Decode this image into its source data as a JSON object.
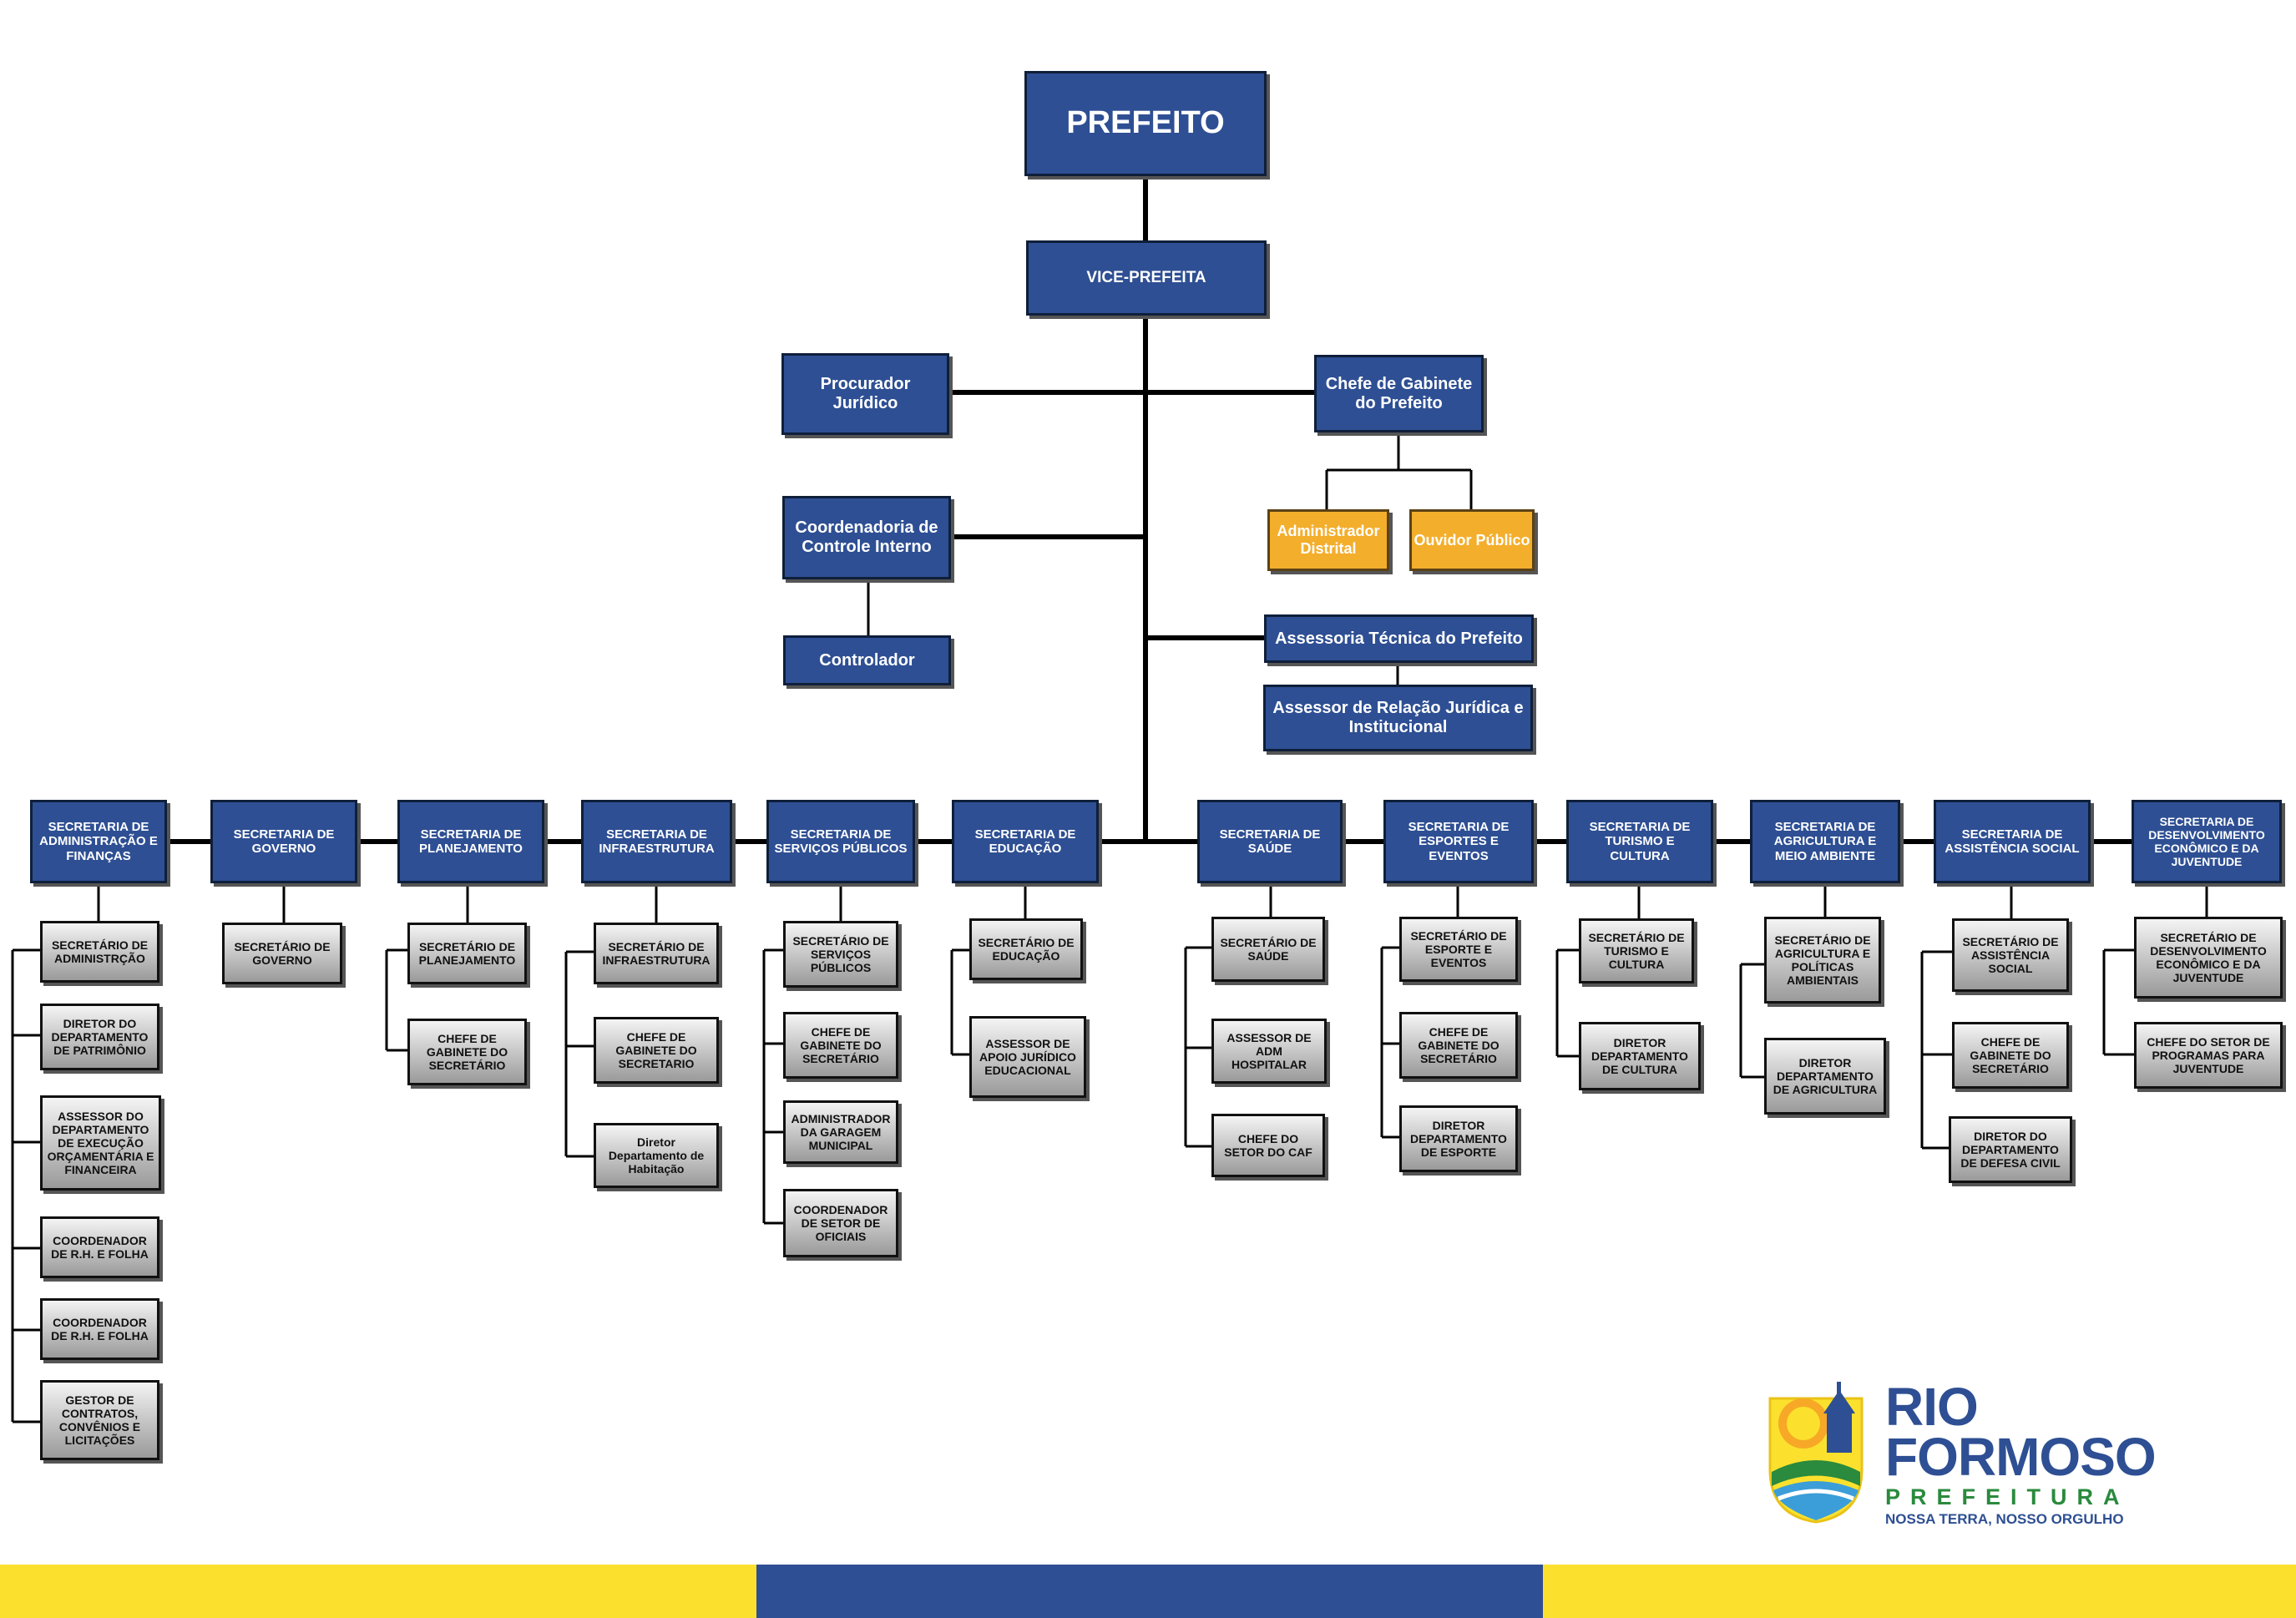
{
  "top": {
    "mayor": "PREFEITO",
    "vice": "VICE-PREFEITA",
    "procurador": "Procurador Jurídico",
    "chefe_gabinete": "Chefe de Gabinete do Prefeito",
    "administrador": "Administrador Distrital",
    "ouvidor": "Ouvidor Público",
    "controle": "Coordenadoria de Controle Interno",
    "controlador": "Controlador",
    "assessoria": "Assessoria Técnica do Prefeito",
    "assessor_relacao": "Assessor de Relação Jurídica e Institucional"
  },
  "secretariats": [
    {
      "title": "SECRETARIA DE ADMINISTRAÇÃO E FINANÇAS",
      "items": [
        "SECRETÁRIO DE ADMINISTRÇÃO",
        "DIRETOR DO DEPARTAMENTO DE PATRIMÔNIO",
        "ASSESSOR DO DEPARTAMENTO DE EXECUÇÃO ORÇAMENTÁRIA E FINANCEIRA",
        "COORDENADOR DE R.H. E FOLHA",
        "COORDENADOR DE R.H. E FOLHA",
        "GESTOR DE CONTRATOS, CONVÊNIOS E LICITAÇÕES"
      ]
    },
    {
      "title": "SECRETARIA DE GOVERNO",
      "items": [
        "SECRETÁRIO DE GOVERNO"
      ]
    },
    {
      "title": "SECRETARIA DE PLANEJAMENTO",
      "items": [
        "SECRETÁRIO DE PLANEJAMENTO",
        "CHEFE DE GABINETE DO SECRETÁRIO"
      ]
    },
    {
      "title": "SECRETARIA DE INFRAESTRUTURA",
      "items": [
        "SECRETÁRIO DE INFRAESTRUTURA",
        "CHEFE DE GABINETE DO SECRETARIO",
        "Diretor Departamento de Habitação"
      ]
    },
    {
      "title": "SECRETARIA DE SERVIÇOS PÚBLICOS",
      "items": [
        "SECRETÁRIO DE SERVIÇOS PÚBLICOS",
        "CHEFE DE GABINETE DO SECRETÁRIO",
        "ADMINISTRADOR DA GARAGEM MUNICIPAL",
        "COORDENADOR DE SETOR DE OFICIAIS"
      ]
    },
    {
      "title": "SECRETARIA DE EDUCAÇÃO",
      "items": [
        "SECRETÁRIO DE EDUCAÇÃO",
        "ASSESSOR DE APOIO JURÍDICO EDUCACIONAL"
      ]
    },
    {
      "title": "SECRETARIA DE SAÚDE",
      "items": [
        "SECRETÁRIO DE SAÚDE",
        "ASSESSOR DE ADM HOSPITALAR",
        "CHEFE DO SETOR DO CAF"
      ]
    },
    {
      "title": "SECRETARIA DE ESPORTES E EVENTOS",
      "items": [
        "SECRETÁRIO DE ESPORTE E EVENTOS",
        "CHEFE DE GABINETE DO SECRETÁRIO",
        "DIRETOR DEPARTAMENTO DE ESPORTE"
      ]
    },
    {
      "title": "SECRETARIA DE TURISMO E CULTURA",
      "items": [
        "SECRETÁRIO DE TURISMO E CULTURA",
        "DIRETOR DEPARTAMENTO DE CULTURA"
      ]
    },
    {
      "title": "SECRETARIA DE AGRICULTURA E MEIO AMBIENTE",
      "items": [
        "SECRETÁRIO DE AGRICULTURA E POLÍTICAS AMBIENTAIS",
        "DIRETOR DEPARTAMENTO DE AGRICULTURA"
      ]
    },
    {
      "title": "SECRETARIA DE ASSISTÊNCIA SOCIAL",
      "items": [
        "SECRETÁRIO DE ASSISTÊNCIA SOCIAL",
        "CHEFE DE GABINETE DO SECRETÁRIO",
        "DIRETOR DO DEPARTAMENTO DE DEFESA CIVIL"
      ]
    },
    {
      "title": "SECRETARIA DE DESENVOLVIMENTO ECONÔMICO E DA JUVENTUDE",
      "items": [
        "SECRETÁRIO DE DESENVOLVIMENTO ECONÔMICO E DA JUVENTUDE",
        "CHEFE DO SETOR DE PROGRAMAS PARA JUVENTUDE"
      ]
    }
  ],
  "logo": {
    "name_line1": "RIO",
    "name_line2": "FORMOSO",
    "subtitle": "PREFEITURA",
    "slogan": "NOSSA TERRA, NOSSO ORGULHO"
  },
  "colors": {
    "primary_blue": "#2e4f93",
    "accent_orange": "#f3ae2c",
    "footer_yellow": "#fbe12e",
    "logo_green": "#2a8a3d"
  }
}
